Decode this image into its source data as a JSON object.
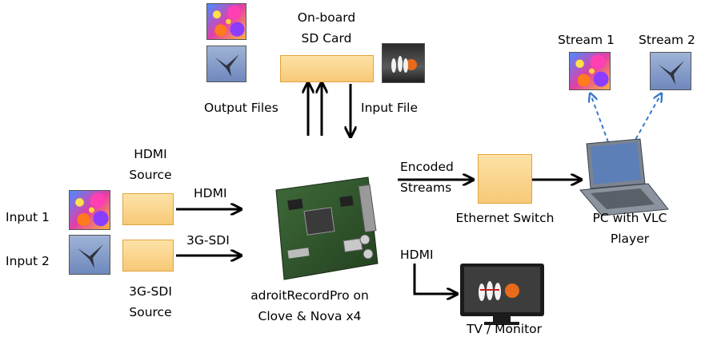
{
  "labels": {
    "onboard": "On-board",
    "sdcard": "SD Card",
    "output_files": "Output Files",
    "input_file": "Input File",
    "hdmi_source_1": "HDMI",
    "hdmi_source_2": "Source",
    "hdmi": "HDMI",
    "input1": "Input 1",
    "input2": "Input 2",
    "sdi": "3G-SDI",
    "sdi_source_1": "3G-SDI",
    "sdi_source_2": "Source",
    "device_1": "adroitRecordPro on",
    "device_2": "Clove & Nova x4",
    "encoded": "Encoded",
    "streams": "Streams",
    "ethernet_switch": "Ethernet Switch",
    "pc_1": "PC with VLC",
    "pc_2": "Player",
    "stream1": "Stream 1",
    "stream2": "Stream 2",
    "hdmi_out": "HDMI",
    "tv": "TV / Monitor"
  },
  "colors": {
    "box_fill": "#fbd58c",
    "box_border": "#e2a23c",
    "arrow": "#000000",
    "stream_arrow": "#3a78c8"
  },
  "icons": {
    "sample_flowers": "flowers-thumbnail-icon",
    "sample_bird": "bird-thumbnail-icon",
    "sample_bowling": "bowling-thumbnail-icon",
    "board": "encoder-board-icon",
    "pc": "laptop-icon",
    "tv": "tv-monitor-icon"
  }
}
